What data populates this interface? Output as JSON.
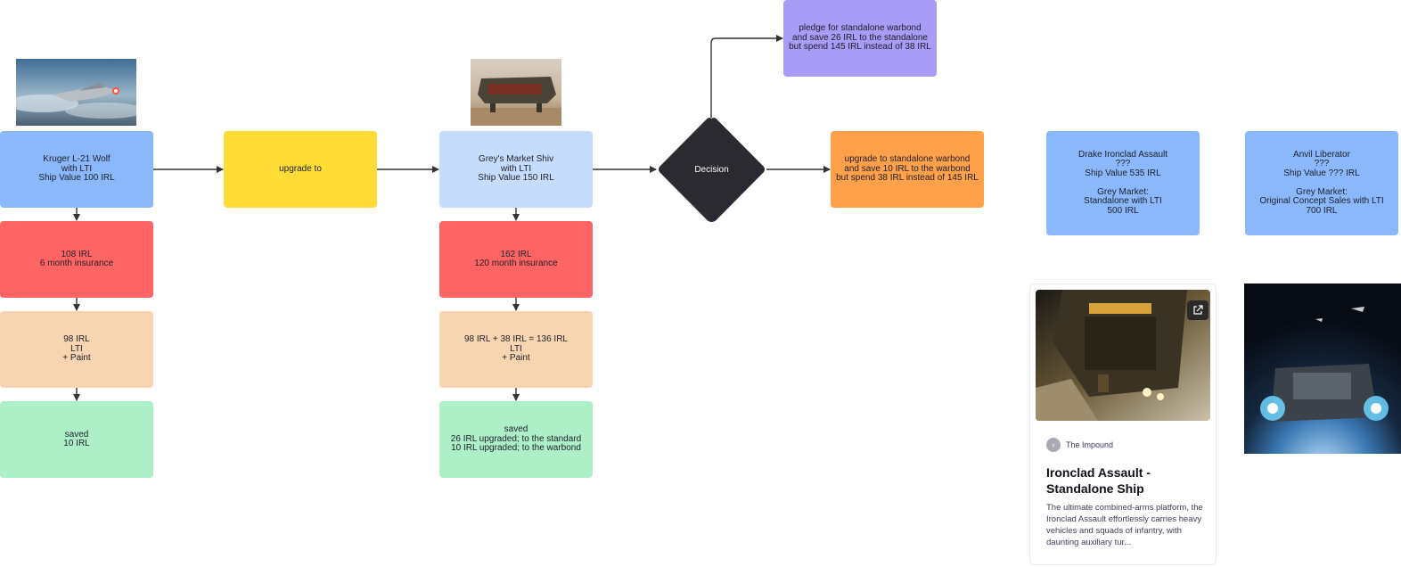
{
  "nodes": {
    "wolf": "Kruger L-21 Wolf\nwith LTI\nShip Value 100 IRL",
    "upgrade": "upgrade to",
    "greys": "Grey's Market Shiv\nwith LTI\nShip Value 150 IRL",
    "decision": "Decision",
    "pledge": "pledge for standalone warbond\nand save 26 IRL to the standalone\nbut spend 145 IRL instead of 38 IRL",
    "upgrade_standalone": "upgrade to standalone warbond\nand save 10 IRL to the warbond\nbut spend 38 IRL instead of 145 IRL",
    "wolf_insurance": "108 IRL\n6 month insurance",
    "wolf_paint": "98 IRL\nLTI\n+ Paint",
    "wolf_saved": "saved\n10 IRL",
    "greys_insurance": "162 IRL\n120 month insurance",
    "greys_paint": "98 IRL + 38 IRL = 136 IRL\nLTI\n+ Paint",
    "greys_saved": "saved\n26 IRL upgraded; to the standard\n10 IRL upgraded; to the warbond",
    "ironclad": "Drake Ironclad Assault\n???\nShip Value 535 IRL\n\nGrey Market:\nStandalone with LTI\n500 IRL",
    "liberator": "Anvil Liberator\n???\nShip Value ??? IRL\n\nGrey Market:\nOriginal Concept Sales with LTI\n700 IRL"
  },
  "link_card": {
    "source": "The Impound",
    "title": "Ironclad Assault - Standalone Ship",
    "description": "The ultimate combined-arms platform, the Ironclad Assault effortlessly carries heavy vehicles and squads of infantry, with daunting auxiliary tur..."
  },
  "colors": {
    "blue": "#8ab8fb",
    "light_blue": "#c6dcfd",
    "yellow": "#ffdd36",
    "red": "#ff6465",
    "peach": "#f7d5b1",
    "green": "#adf0c8",
    "purple": "#a99cf6",
    "orange": "#ffa14b",
    "diamond": "#2a2a30",
    "edge": "#333333"
  }
}
